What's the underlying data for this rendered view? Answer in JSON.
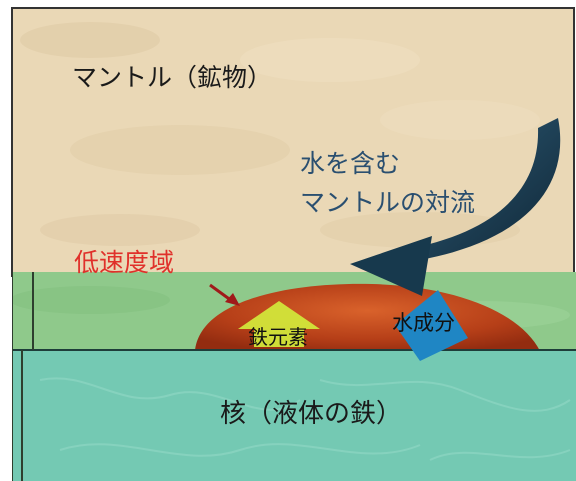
{
  "labels": {
    "mantle": "マントル（鉱物）",
    "convection_line1": "水を含む",
    "convection_line2": "マントルの対流",
    "low_velocity": "低速度域",
    "water": "水成分",
    "iron": "鉄元素",
    "core": "核（液体の鉄）"
  },
  "colors": {
    "mantle": "#ead8b6",
    "transition_layer": "#8fc98b",
    "core": "#74c9b3",
    "low_velocity_zone": "#b63f18",
    "convection_arrow": "#17394d",
    "water_arrow": "#1f86c4",
    "iron_arrow": "#d2e63a",
    "low_velocity_text": "#e0302a",
    "label_text": "#1a1a1a",
    "convection_text": "#2a4f70"
  }
}
